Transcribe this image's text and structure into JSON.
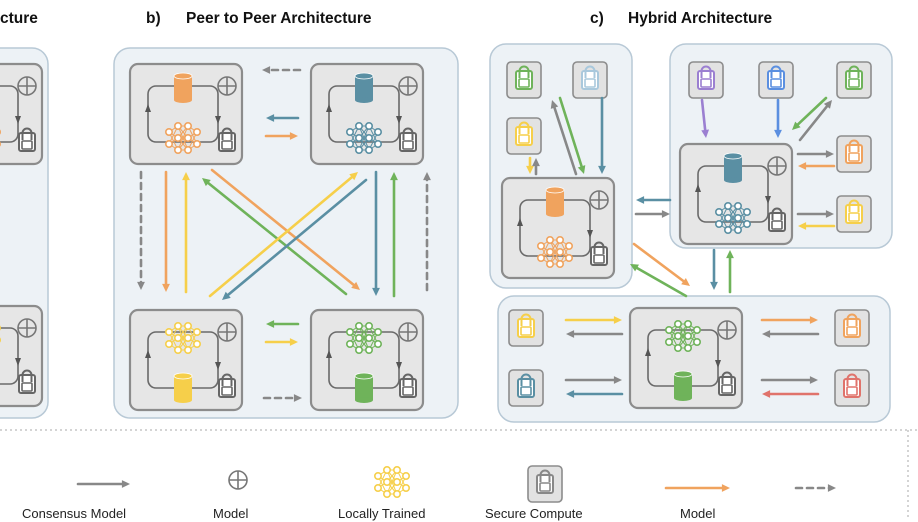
{
  "headers": {
    "a_partial": "cture",
    "b_prefix": "b)",
    "b_title": "Peer to Peer Architecture",
    "c_prefix": "c)",
    "c_title": "Hybrid Architecture"
  },
  "legend": {
    "consensus": "Consensus Model",
    "model": "Model",
    "locally_trained": "Locally Trained",
    "secure_compute": "Secure Compute",
    "model_transfer": "Model"
  },
  "colors": {
    "orange": "#f0a35e",
    "teal": "#5a8fa3",
    "yellow": "#f6cf4a",
    "green": "#6fb35a",
    "purple": "#9b7fd1",
    "blue": "#5b8fe0",
    "red": "#e0736b",
    "lightblue": "#a9c8dc",
    "gray": "#6e6e6e",
    "panel_fill": "#edf2f6",
    "panel_stroke": "#b8c9d6",
    "node_fill": "#e6e6e6",
    "node_stroke": "#8c8c8c"
  },
  "icons": [
    "database-icon",
    "neural-network-icon",
    "lock-icon",
    "aggregate-plus-icon",
    "arrow-icon",
    "dashed-arrow-icon"
  ]
}
